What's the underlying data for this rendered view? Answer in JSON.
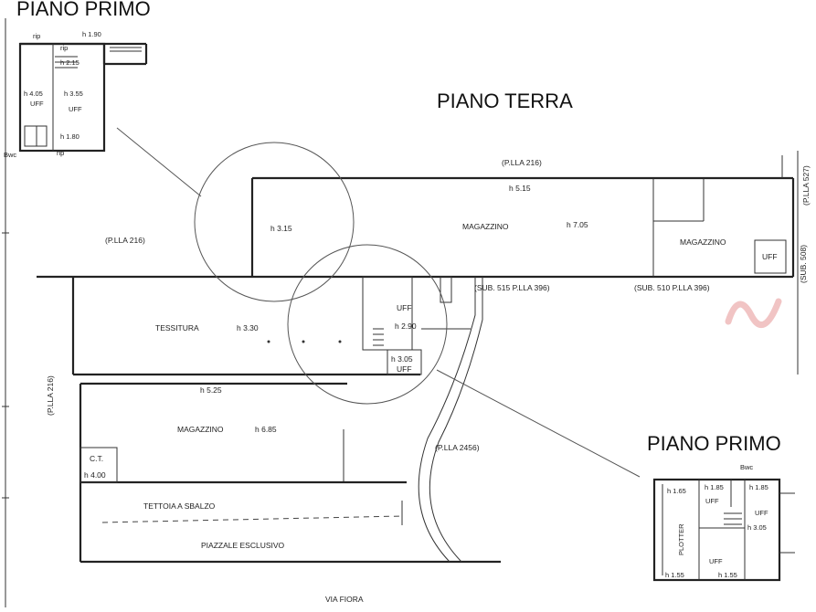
{
  "titles": {
    "piano_primo_top": "PIANO PRIMO",
    "piano_terra": "PIANO TERRA",
    "piano_primo_bottom": "PIANO PRIMO"
  },
  "top_inset": {
    "rip_1": "rip",
    "h_190": "h 1.90",
    "rip_2": "rip",
    "h_215": "h 2.15",
    "h_405": "h 4.05",
    "uff_1": "UFF",
    "h_355": "h 3.55",
    "uff_2": "UFF",
    "h_180": "h 1.80",
    "bwc": "Bwc",
    "rip_3": "rip"
  },
  "ground": {
    "plla216_top": "(P.LLA 216)",
    "plla527": "(P.LLA 527)",
    "h_515": "h 5.15",
    "magazzino_1": "MAGAZZINO",
    "h_705": "h 7.05",
    "magazzino_2": "MAGAZZINO",
    "uff_r": "UFF",
    "sub508": "(SUB. 508)",
    "h_315": "h 3.15",
    "plla216_left": "(P.LLA 216)",
    "sub515": "(SUB. 515 P.LLA 396)",
    "sub510": "(SUB. 510 P.LLA 396)",
    "tessitura": "TESSITURA",
    "h_330": "h 3.30",
    "uff_a": "UFF",
    "h_290": "h 2.90",
    "h_305": "h 3.05",
    "uff_b": "UFF",
    "h_525": "h 5.25",
    "plla216_vertical": "(P.LLA 216)",
    "magazzino_3": "MAGAZZINO",
    "h_685": "h 6.85",
    "plla2456": "(P.LLA 2456)",
    "ct": "C.T.",
    "h_400": "h 4.00",
    "tettoia": "TETTOIA A SBALZO",
    "piazzale": "PIAZZALE ESCLUSIVO",
    "via": "VIA FIORA"
  },
  "bottom_inset": {
    "bwc": "Bwc",
    "h_165": "h 1.65",
    "h_185a": "h 1.85",
    "h_185b": "h 1.85",
    "uff_1": "UFF",
    "uff_2": "UFF",
    "plotter": "PLOTTER",
    "h_305": "h 3.05",
    "uff_3": "UFF",
    "h_155a": "h 1.55",
    "h_155b": "h 1.55"
  },
  "colors": {
    "linework": "#222222",
    "watermark": "#f1c4c4"
  }
}
